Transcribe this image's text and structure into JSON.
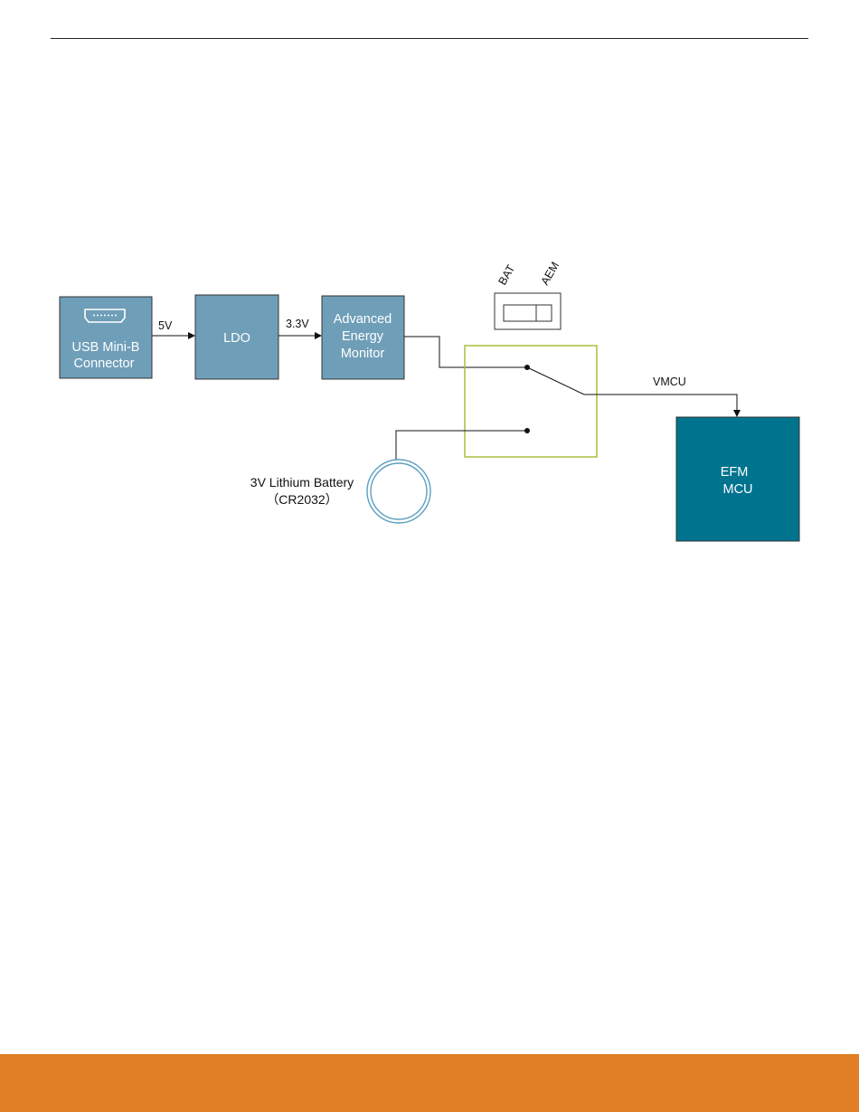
{
  "diagram": {
    "blocks": {
      "usb": {
        "line1": "USB Mini-B",
        "line2": "Connector"
      },
      "ldo": {
        "label": "LDO"
      },
      "aem": {
        "line1": "Advanced",
        "line2": "Energy",
        "line3": "Monitor"
      },
      "mcu": {
        "line1": "EFM",
        "line2": "MCU"
      }
    },
    "wires": {
      "usb_to_ldo": "5V",
      "ldo_to_aem": "3.3V",
      "switch_to_mcu": "VMCU"
    },
    "power_switch": {
      "positions": [
        "BAT",
        "AEM"
      ]
    },
    "battery": {
      "line1": "3V Lithium Battery",
      "line2": "（CR2032）"
    },
    "colors": {
      "block_fill": "#6f9eb8",
      "block_stroke": "#333333",
      "mcu_fill": "#00738f",
      "switch_box_stroke": "#a8bf3a",
      "battery_stroke": "#5b9fc0",
      "wire": "#111111",
      "footer": "#e07f26"
    }
  }
}
